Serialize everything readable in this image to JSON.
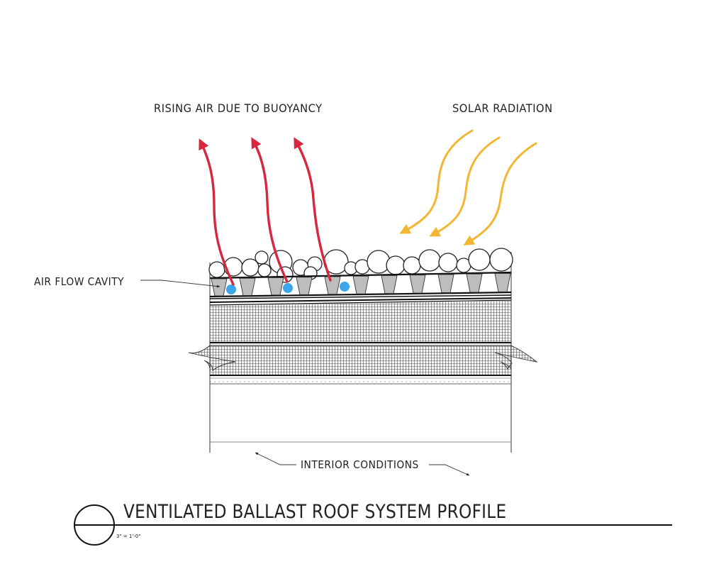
{
  "diagram": {
    "title": "VENTILATED BALLAST ROOF SYSTEM PROFILE",
    "scale_note": "3\" = 1'-0\"",
    "labels": {
      "rising_air": "RISING AIR DUE TO BUOYANCY",
      "solar_radiation": "SOLAR RADIATION",
      "air_flow_cavity": "AIR FLOW CAVITY",
      "interior_conditions": "INTERIOR CONDITIONS"
    },
    "layers": [
      "ballast stones",
      "air flow cavity with trapezoidal spacers",
      "membrane layers",
      "insulation (cross-hatched)",
      "insulation (cross-hatched)",
      "deck",
      "interior space"
    ],
    "arrows": {
      "rising_air_count": 3,
      "solar_radiation_count": 3,
      "air_bubble_count": 3
    },
    "colors": {
      "rising_air": "#d7263d",
      "solar_radiation": "#f2b632",
      "air_bubble": "#3ea7ea",
      "spacer_fill": "#bdbdbd",
      "line": "#1a1a1a"
    }
  }
}
